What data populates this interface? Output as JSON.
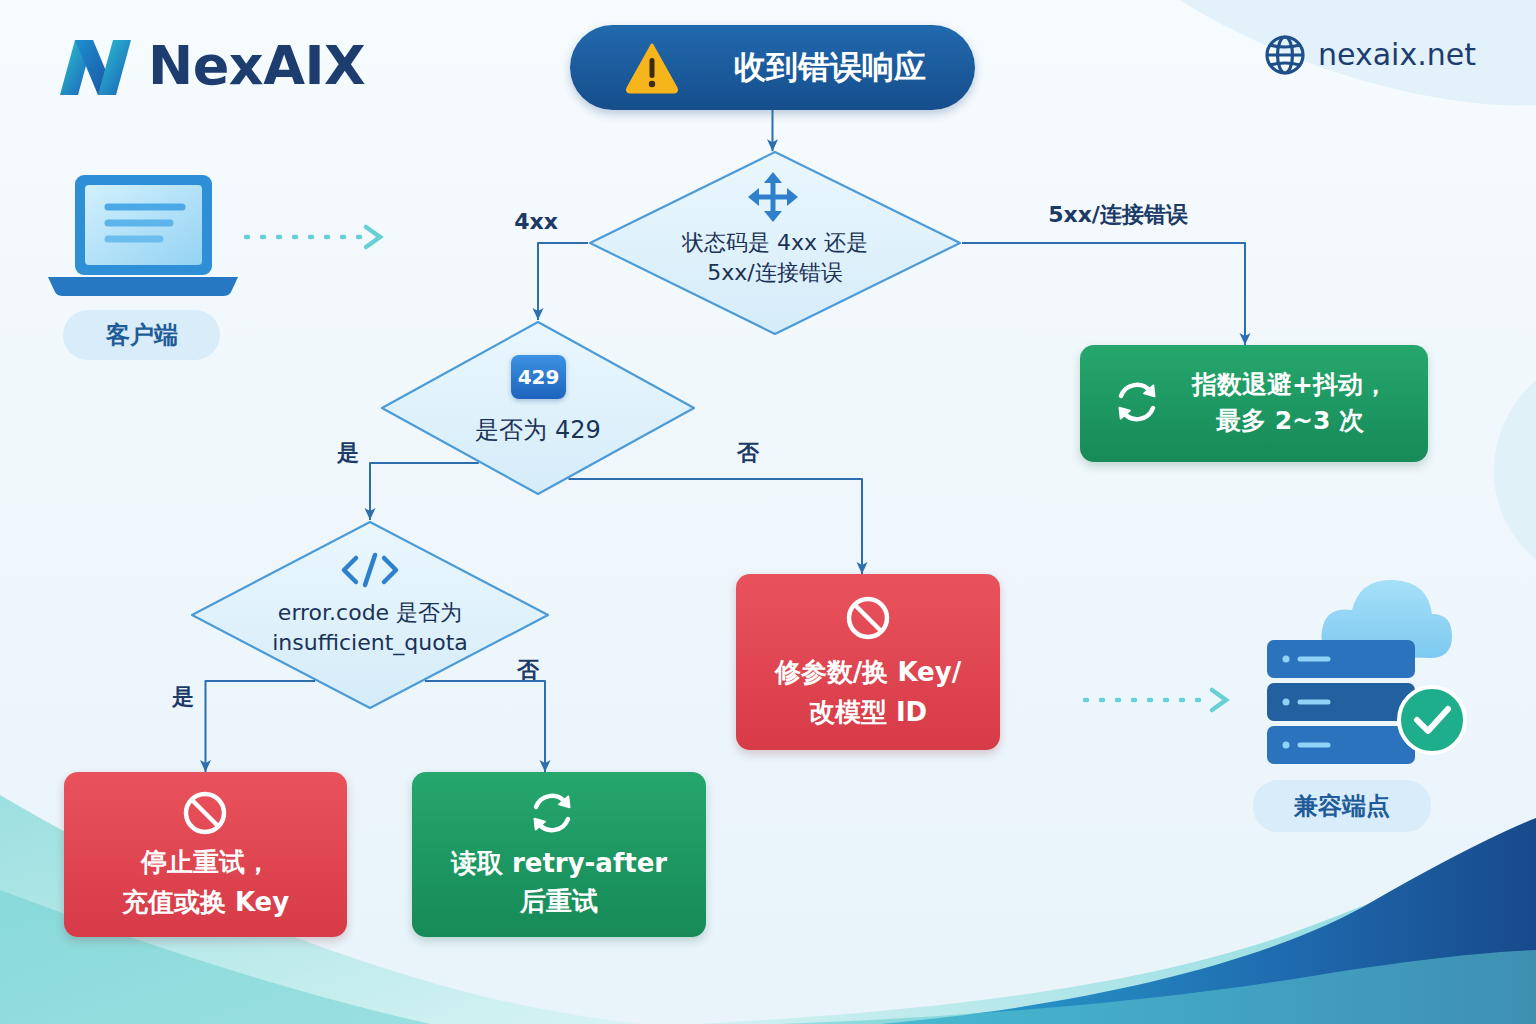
{
  "diagram": {
    "nodes": [
      {
        "text": [
          "收到错误响应"
        ]
      },
      {
        "text": [
          "状态码是 4xx 还是 5xx/连接错误"
        ]
      },
      {
        "text": [
          "客户端"
        ]
      },
      {
        "text": [
          "429",
          "是否为 429"
        ]
      },
      {
        "text": [
          "指数退避+抖动， 最多 2~3 次"
        ]
      },
      {
        "text": [
          "error.code 是否为 insufficient_quota"
        ]
      },
      {
        "text": [
          "修参数/换 Key/ 改模型 ID"
        ]
      },
      {
        "text": [
          "兼容端点"
        ]
      },
      {
        "text": [
          "停止重试， 充值或换 Key"
        ]
      },
      {
        "text": [
          "读取 retry-after 后重试"
        ]
      }
    ],
    "edges": [
      {
        "from": 0,
        "to": 1,
        "arrow": "to"
      },
      {
        "from": 1,
        "to": 3,
        "label": "4xx",
        "arrow": "to"
      },
      {
        "from": 1,
        "to": 4,
        "label": "5xx/连接错误",
        "arrow": "to"
      },
      {
        "from": 3,
        "to": 5,
        "label": "是",
        "arrow": "to"
      },
      {
        "from": 3,
        "to": 6,
        "label": "否",
        "arrow": "to"
      },
      {
        "from": 5,
        "to": 8,
        "label": "是",
        "arrow": "to"
      },
      {
        "from": 5,
        "to": 9,
        "label": "否",
        "arrow": "to"
      }
    ],
    "labels": [
      "NexAIX",
      "nexaix.net"
    ]
  }
}
